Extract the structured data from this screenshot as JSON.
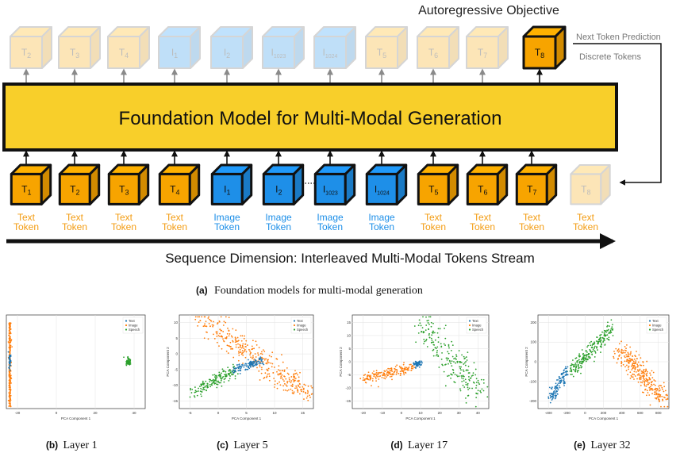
{
  "top": {
    "objective_title": "Autoregressive Objective",
    "next_token_label": "Next Token Prediction",
    "discrete_label": "Discrete Tokens",
    "model_title": "Foundation Model for Multi-Modal Generation",
    "sequence_label": "Sequence Dimension: Interleaved Multi-Modal Tokens Stream",
    "caption_label": "(a)",
    "caption_text": "Foundation models for multi-modal generation"
  },
  "output_tokens": [
    {
      "base": "T",
      "sub": "2",
      "kind": "text",
      "faded": true
    },
    {
      "base": "T",
      "sub": "3",
      "kind": "text",
      "faded": true
    },
    {
      "base": "T",
      "sub": "4",
      "kind": "text",
      "faded": true
    },
    {
      "base": "I",
      "sub": "1",
      "kind": "image",
      "faded": true
    },
    {
      "base": "I",
      "sub": "2",
      "kind": "image",
      "faded": true
    },
    {
      "base": "I",
      "sub": "1023",
      "kind": "image",
      "faded": true
    },
    {
      "base": "I",
      "sub": "1024",
      "kind": "image",
      "faded": true
    },
    {
      "base": "T",
      "sub": "5",
      "kind": "text",
      "faded": true
    },
    {
      "base": "T",
      "sub": "6",
      "kind": "text",
      "faded": true
    },
    {
      "base": "T",
      "sub": "7",
      "kind": "text",
      "faded": true
    },
    {
      "base": "T",
      "sub": "8",
      "kind": "text",
      "faded": false
    }
  ],
  "input_tokens": [
    {
      "base": "T",
      "sub": "1",
      "kind": "text",
      "faded": false,
      "l1": "Text",
      "l2": "Token"
    },
    {
      "base": "T",
      "sub": "2",
      "kind": "text",
      "faded": false,
      "l1": "Text",
      "l2": "Token"
    },
    {
      "base": "T",
      "sub": "3",
      "kind": "text",
      "faded": false,
      "l1": "Text",
      "l2": "Token"
    },
    {
      "base": "T",
      "sub": "4",
      "kind": "text",
      "faded": false,
      "l1": "Text",
      "l2": "Token"
    },
    {
      "base": "I",
      "sub": "1",
      "kind": "image",
      "faded": false,
      "l1": "Image",
      "l2": "Token"
    },
    {
      "base": "I",
      "sub": "2",
      "kind": "image",
      "faded": false,
      "l1": "Image",
      "l2": "Token"
    },
    {
      "base": "I",
      "sub": "1023",
      "kind": "image",
      "faded": false,
      "l1": "Image",
      "l2": "Token"
    },
    {
      "base": "I",
      "sub": "1024",
      "kind": "image",
      "faded": false,
      "l1": "Image",
      "l2": "Token"
    },
    {
      "base": "T",
      "sub": "5",
      "kind": "text",
      "faded": false,
      "l1": "Text",
      "l2": "Token"
    },
    {
      "base": "T",
      "sub": "6",
      "kind": "text",
      "faded": false,
      "l1": "Text",
      "l2": "Token"
    },
    {
      "base": "T",
      "sub": "7",
      "kind": "text",
      "faded": false,
      "l1": "Text",
      "l2": "Token"
    },
    {
      "base": "T",
      "sub": "8",
      "kind": "text",
      "faded": true,
      "l1": "Text",
      "l2": "Token"
    }
  ],
  "colors": {
    "text_token": "#f7a400",
    "image_token": "#1e8fe8",
    "model_fill": "#f8cf2a",
    "text_label": "#f39c12",
    "image_label": "#1b8ee8",
    "series_text": "#1f77b4",
    "series_image": "#ff7f0e",
    "series_speech": "#2ca02c"
  },
  "panels": [
    {
      "label": "(b)",
      "title": "Layer 1",
      "xlabel": "PCA Component 1",
      "ylabel": "",
      "legend": [
        "Text",
        "Image",
        "Speech"
      ],
      "x_ticks": [
        "-20",
        "0",
        "20",
        "40"
      ],
      "y_ticks": []
    },
    {
      "label": "(c)",
      "title": "Layer 5",
      "xlabel": "PCA Component 1",
      "ylabel": "PCA Component 2",
      "legend": [
        "Text",
        "Image",
        "Speech"
      ],
      "x_ticks": [
        "-5",
        "0",
        "5",
        "10",
        "15"
      ],
      "y_ticks": [
        "-15",
        "-10",
        "-5",
        "0",
        "5",
        "10"
      ]
    },
    {
      "label": "(d)",
      "title": "Layer 17",
      "xlabel": "PCA Component 1",
      "ylabel": "PCA Component 2",
      "legend": [
        "Text",
        "Image",
        "Speech"
      ],
      "x_ticks": [
        "-20",
        "-10",
        "0",
        "10",
        "20",
        "30",
        "40"
      ],
      "y_ticks": [
        "-15",
        "-10",
        "-5",
        "0",
        "5",
        "10",
        "15"
      ]
    },
    {
      "label": "(e)",
      "title": "Layer 32",
      "xlabel": "PCA Component 1",
      "ylabel": "PCA Component 2",
      "legend": [
        "Text",
        "Image",
        "Speech"
      ],
      "x_ticks": [
        "-400",
        "-200",
        "0",
        "200",
        "400",
        "600",
        "800"
      ],
      "y_ticks": [
        "-200",
        "-100",
        "0",
        "100",
        "200"
      ]
    }
  ]
}
